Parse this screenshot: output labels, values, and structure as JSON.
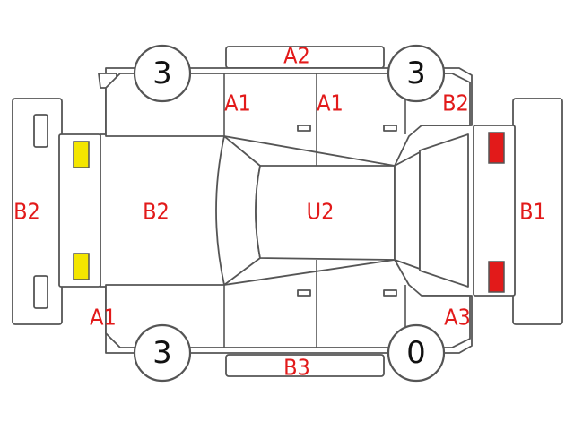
{
  "colors": {
    "outline": "#555555",
    "damage_code": "#e21a1a",
    "front_lamp": "#f4e600",
    "rear_lamp": "#e21a1a"
  },
  "wheels": {
    "front_left": "3",
    "rear_left": "3",
    "front_right": "3",
    "rear_right": "0"
  },
  "codes": {
    "left_bumper_top": "A2",
    "left_front_door": "A1",
    "left_rear_door": "A1",
    "left_rear_quarter": "B2",
    "front_bumper": "B2",
    "hood": "B2",
    "roof": "U2",
    "rear_bumper": "B1",
    "right_front_fender": "A1",
    "right_rear_quarter": "A3",
    "right_bumper_bottom": "B3"
  }
}
